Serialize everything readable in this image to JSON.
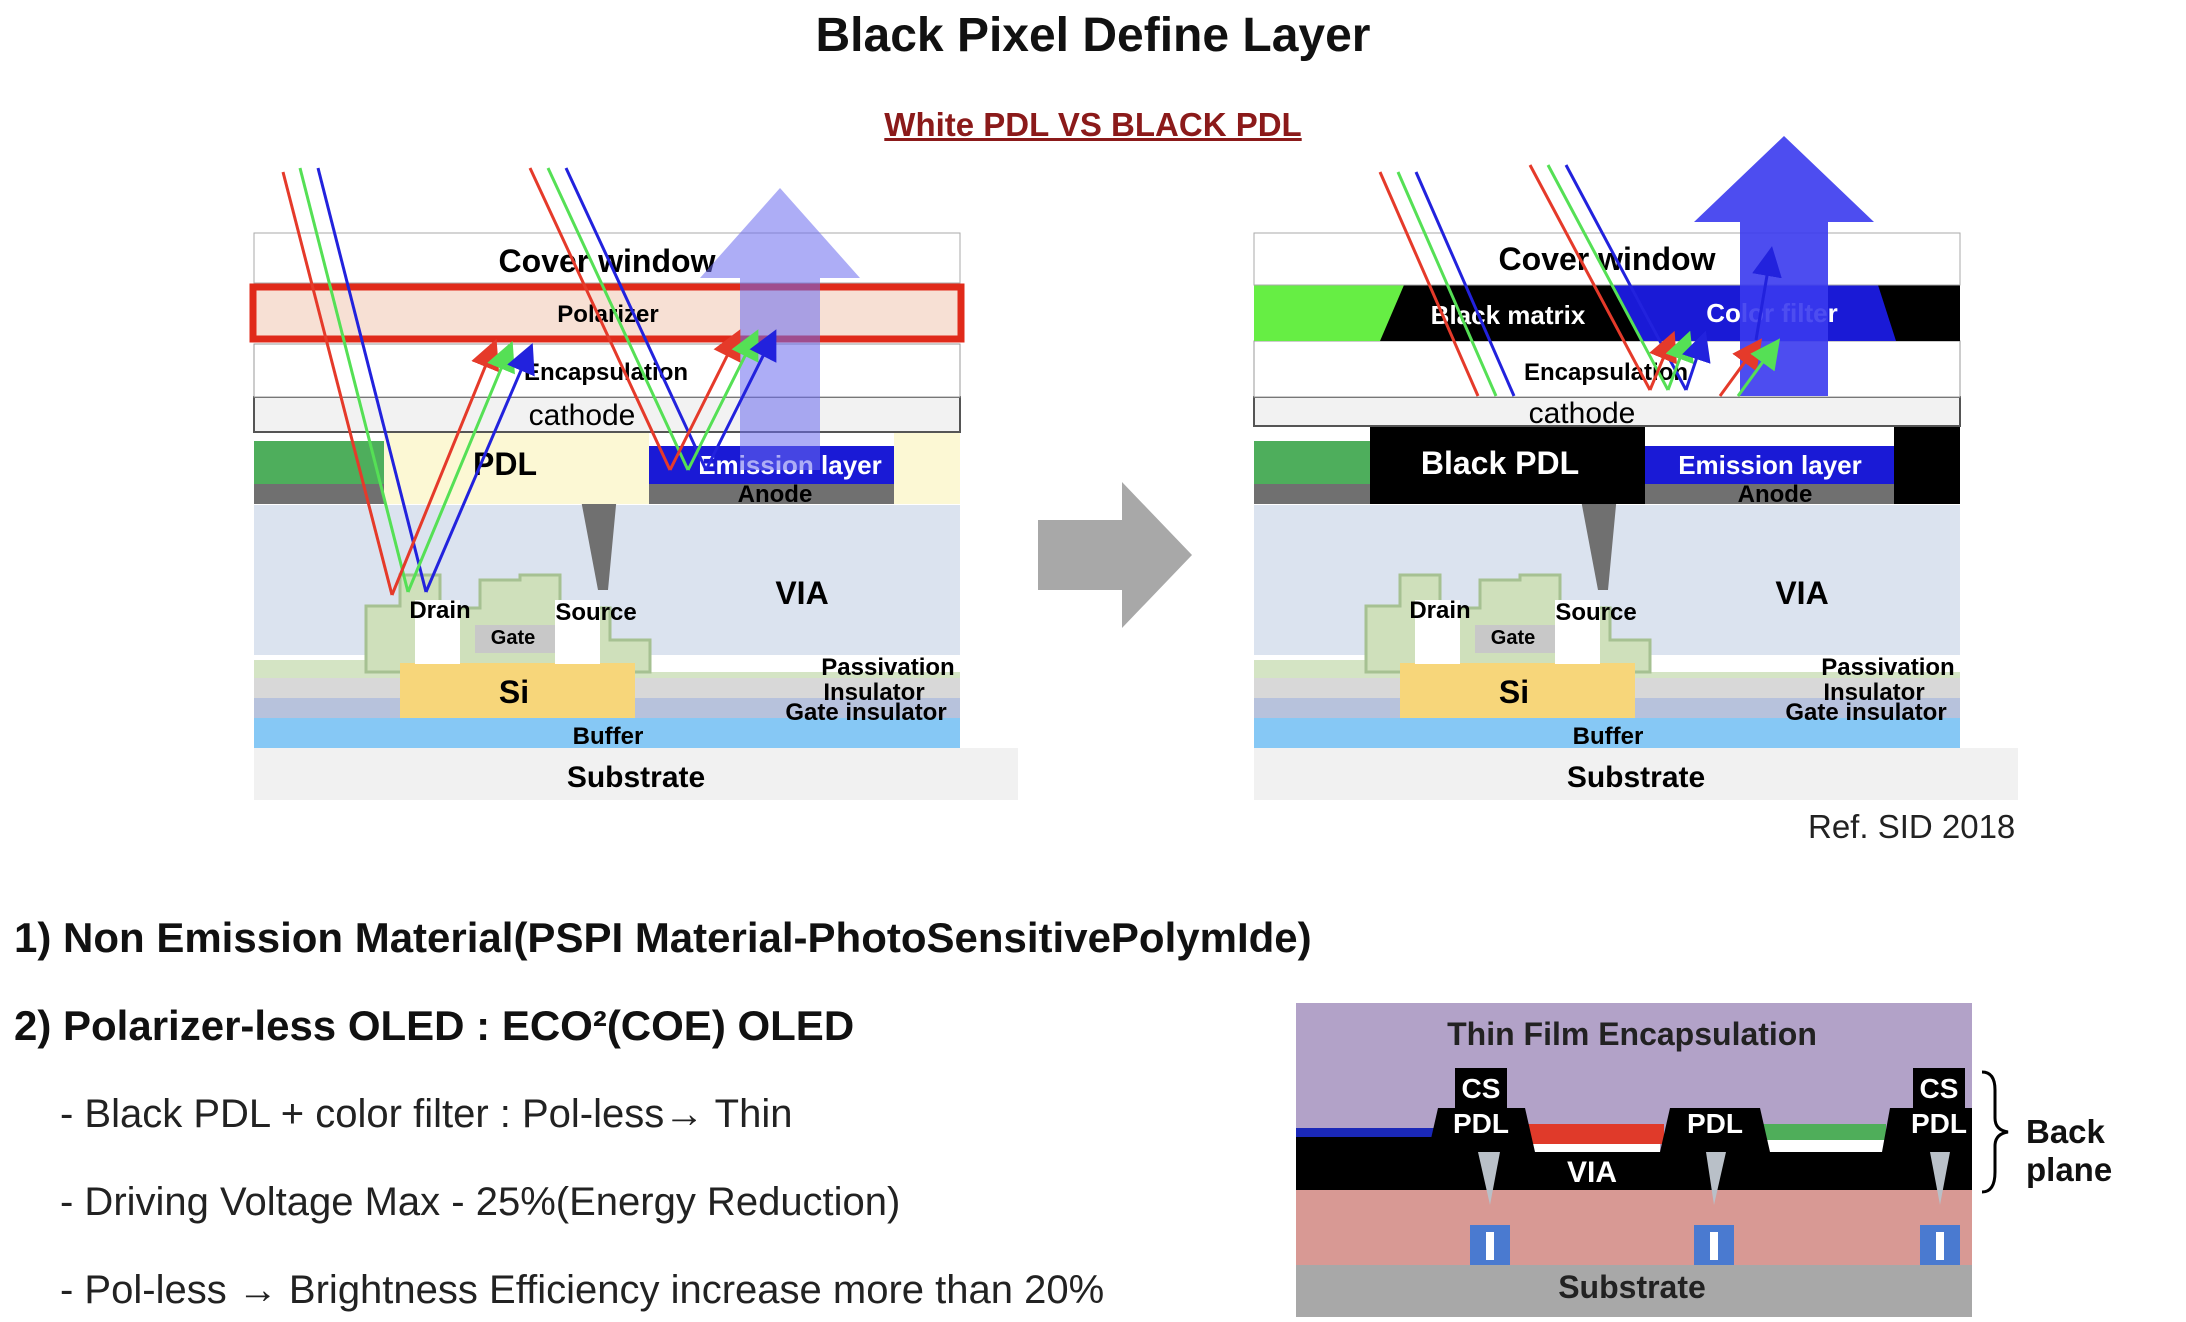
{
  "title": "Black Pixel Define Layer",
  "subtitle": "White PDL  VS  BLACK PDL",
  "left_diagram": {
    "cover_window": "Cover window",
    "polarizer": "Polarizer",
    "encapsulation": "Encapsulation",
    "cathode": "cathode",
    "pdl": "PDL",
    "emission_layer": "Emission layer",
    "anode": "Anode",
    "via": "VIA",
    "drain": "Drain",
    "source": "Source",
    "gate": "Gate",
    "passivation": "Passivation",
    "insulator": "Insulator",
    "gate_insulator": "Gate insulator",
    "si": "Si",
    "buffer": "Buffer",
    "substrate": "Substrate"
  },
  "right_diagram": {
    "cover_window": "Cover window",
    "black_matrix": "Black matrix",
    "color_filter": "Color filter",
    "encapsulation": "Encapsulation",
    "cathode": "cathode",
    "black_pdl": "Black PDL",
    "emission_layer": "Emission layer",
    "anode": "Anode",
    "via": "VIA",
    "drain": "Drain",
    "source": "Source",
    "gate": "Gate",
    "passivation": "Passivation",
    "insulator": "Insulator",
    "gate_insulator": "Gate insulator",
    "si": "Si",
    "buffer": "Buffer",
    "substrate": "Substrate"
  },
  "reference": "Ref. SID 2018",
  "points": [
    "1) Non Emission Material(PSPI Material-PhotoSensitivePolymIde)",
    "2) Polarizer-less OLED : ECO²(COE) OLED"
  ],
  "sub_points": [
    "- Black PDL + color filter : Pol-less→ Thin",
    "- Driving Voltage Max - 25%(Energy Reduction)",
    "- Pol-less → Brightness Efficiency increase more than 20%"
  ],
  "inset": {
    "tfe": "Thin Film Encapsulation",
    "cs_pdl_top": "CS",
    "cs_pdl_bottom": "PDL",
    "pdl": "PDL",
    "via": "VIA",
    "substrate": "Substrate",
    "back_plane": "Back plane"
  },
  "colors": {
    "subtitle": "#8b1a1a",
    "ray_red": "#e53a2a",
    "ray_green": "#55e055",
    "ray_blue": "#2222dd",
    "emission": "#1a1ad6",
    "pdl_white": "#fcf8d4",
    "via": "#dbe3ef",
    "buffer": "#86c8f5",
    "si": "#f7d67a"
  }
}
